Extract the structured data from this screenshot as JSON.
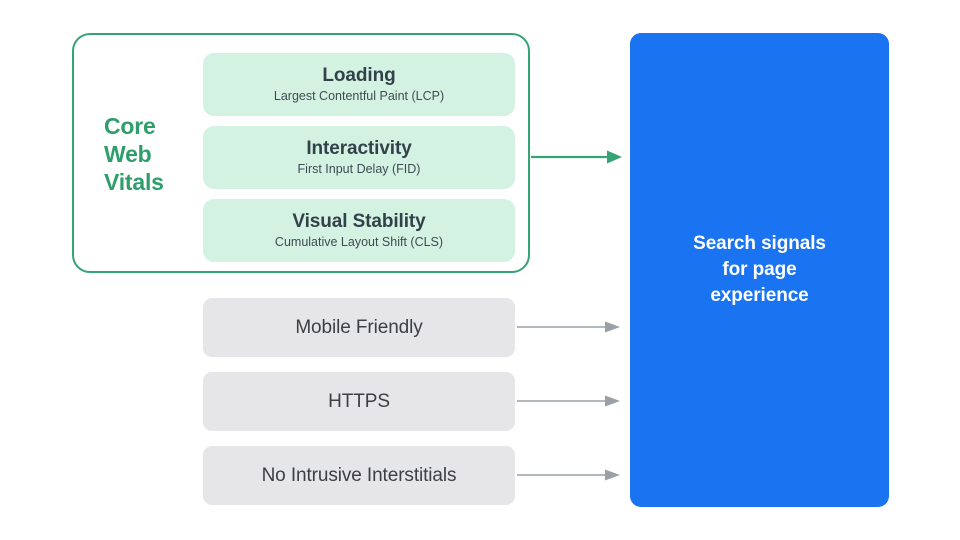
{
  "diagram": {
    "title_group": {
      "label_lines": [
        "Core",
        "Web",
        "Vitals"
      ],
      "accent_color": "#2E9E6B",
      "border_color": "#34A474"
    },
    "metrics": [
      {
        "title": "Loading",
        "subtitle": "Largest Contentful Paint (LCP)",
        "fill_color": "#D4F2E2"
      },
      {
        "title": "Interactivity",
        "subtitle": "First Input Delay (FID)",
        "fill_color": "#D4F2E2"
      },
      {
        "title": "Visual Stability",
        "subtitle": "Cumulative Layout Shift (CLS)",
        "fill_color": "#D4F2E2"
      }
    ],
    "other_signals": [
      {
        "label": "Mobile Friendly",
        "fill_color": "#E6E6E8"
      },
      {
        "label": "HTTPS",
        "fill_color": "#E6E6E8"
      },
      {
        "label": "No Intrusive Interstitials",
        "fill_color": "#E6E6E8"
      }
    ],
    "destination": {
      "line1": "Search signals",
      "line2": "for page",
      "line3": "experience",
      "fill_color": "#1A73F0",
      "text_color": "#FFFFFF"
    },
    "connectors": {
      "primary_color": "#34A474",
      "secondary_color": "#9AA0A6"
    }
  }
}
